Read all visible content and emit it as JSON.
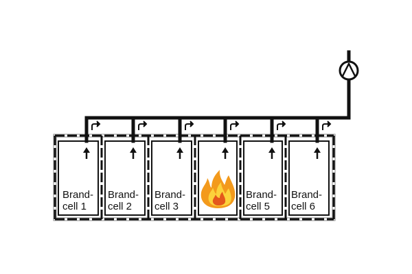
{
  "diagram": {
    "cells": [
      {
        "line1": "Brand-",
        "line2": "cell 1",
        "on_fire": false
      },
      {
        "line1": "Brand-",
        "line2": "cell 2",
        "on_fire": false
      },
      {
        "line1": "Brand-",
        "line2": "cell 3",
        "on_fire": false
      },
      {
        "line1": "",
        "line2": "",
        "on_fire": true
      },
      {
        "line1": "Brand-",
        "line2": "cell 5",
        "on_fire": false
      },
      {
        "line1": "Brand-",
        "line2": "cell 6",
        "on_fire": false
      }
    ],
    "icons": {
      "pump": "pump-icon",
      "fire": "fire-icon",
      "flow_up": "arrow-up-icon",
      "flow_turn": "arrow-turn-right-icon"
    },
    "colors": {
      "line": "#111111",
      "frame": "#888888",
      "fire_outer": "#f39a1c",
      "fire_inner": "#fcd23b",
      "fire_core": "#e4581b"
    }
  }
}
